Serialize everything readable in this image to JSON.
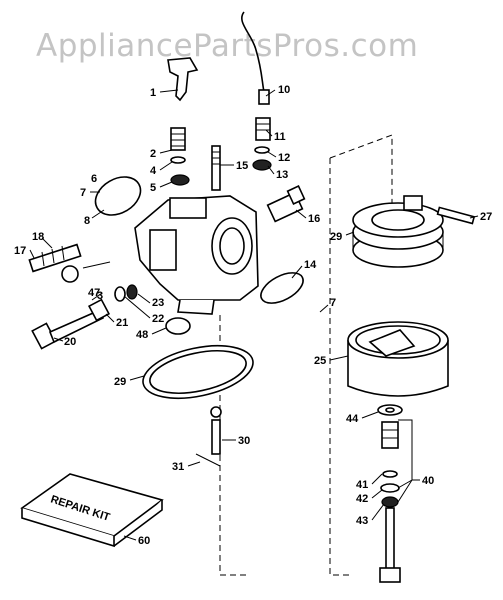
{
  "watermark": "AppliancePartsPros.com",
  "kit_label": "REPAIR KIT",
  "callouts": [
    "1",
    "2",
    "3",
    "4",
    "5",
    "6",
    "7",
    "7",
    "8",
    "10",
    "11",
    "12",
    "13",
    "14",
    "15",
    "16",
    "17",
    "18",
    "20",
    "21",
    "22",
    "23",
    "25",
    "27",
    "29",
    "29",
    "30",
    "31",
    "40",
    "41",
    "42",
    "43",
    "44",
    "47",
    "48",
    "60"
  ]
}
